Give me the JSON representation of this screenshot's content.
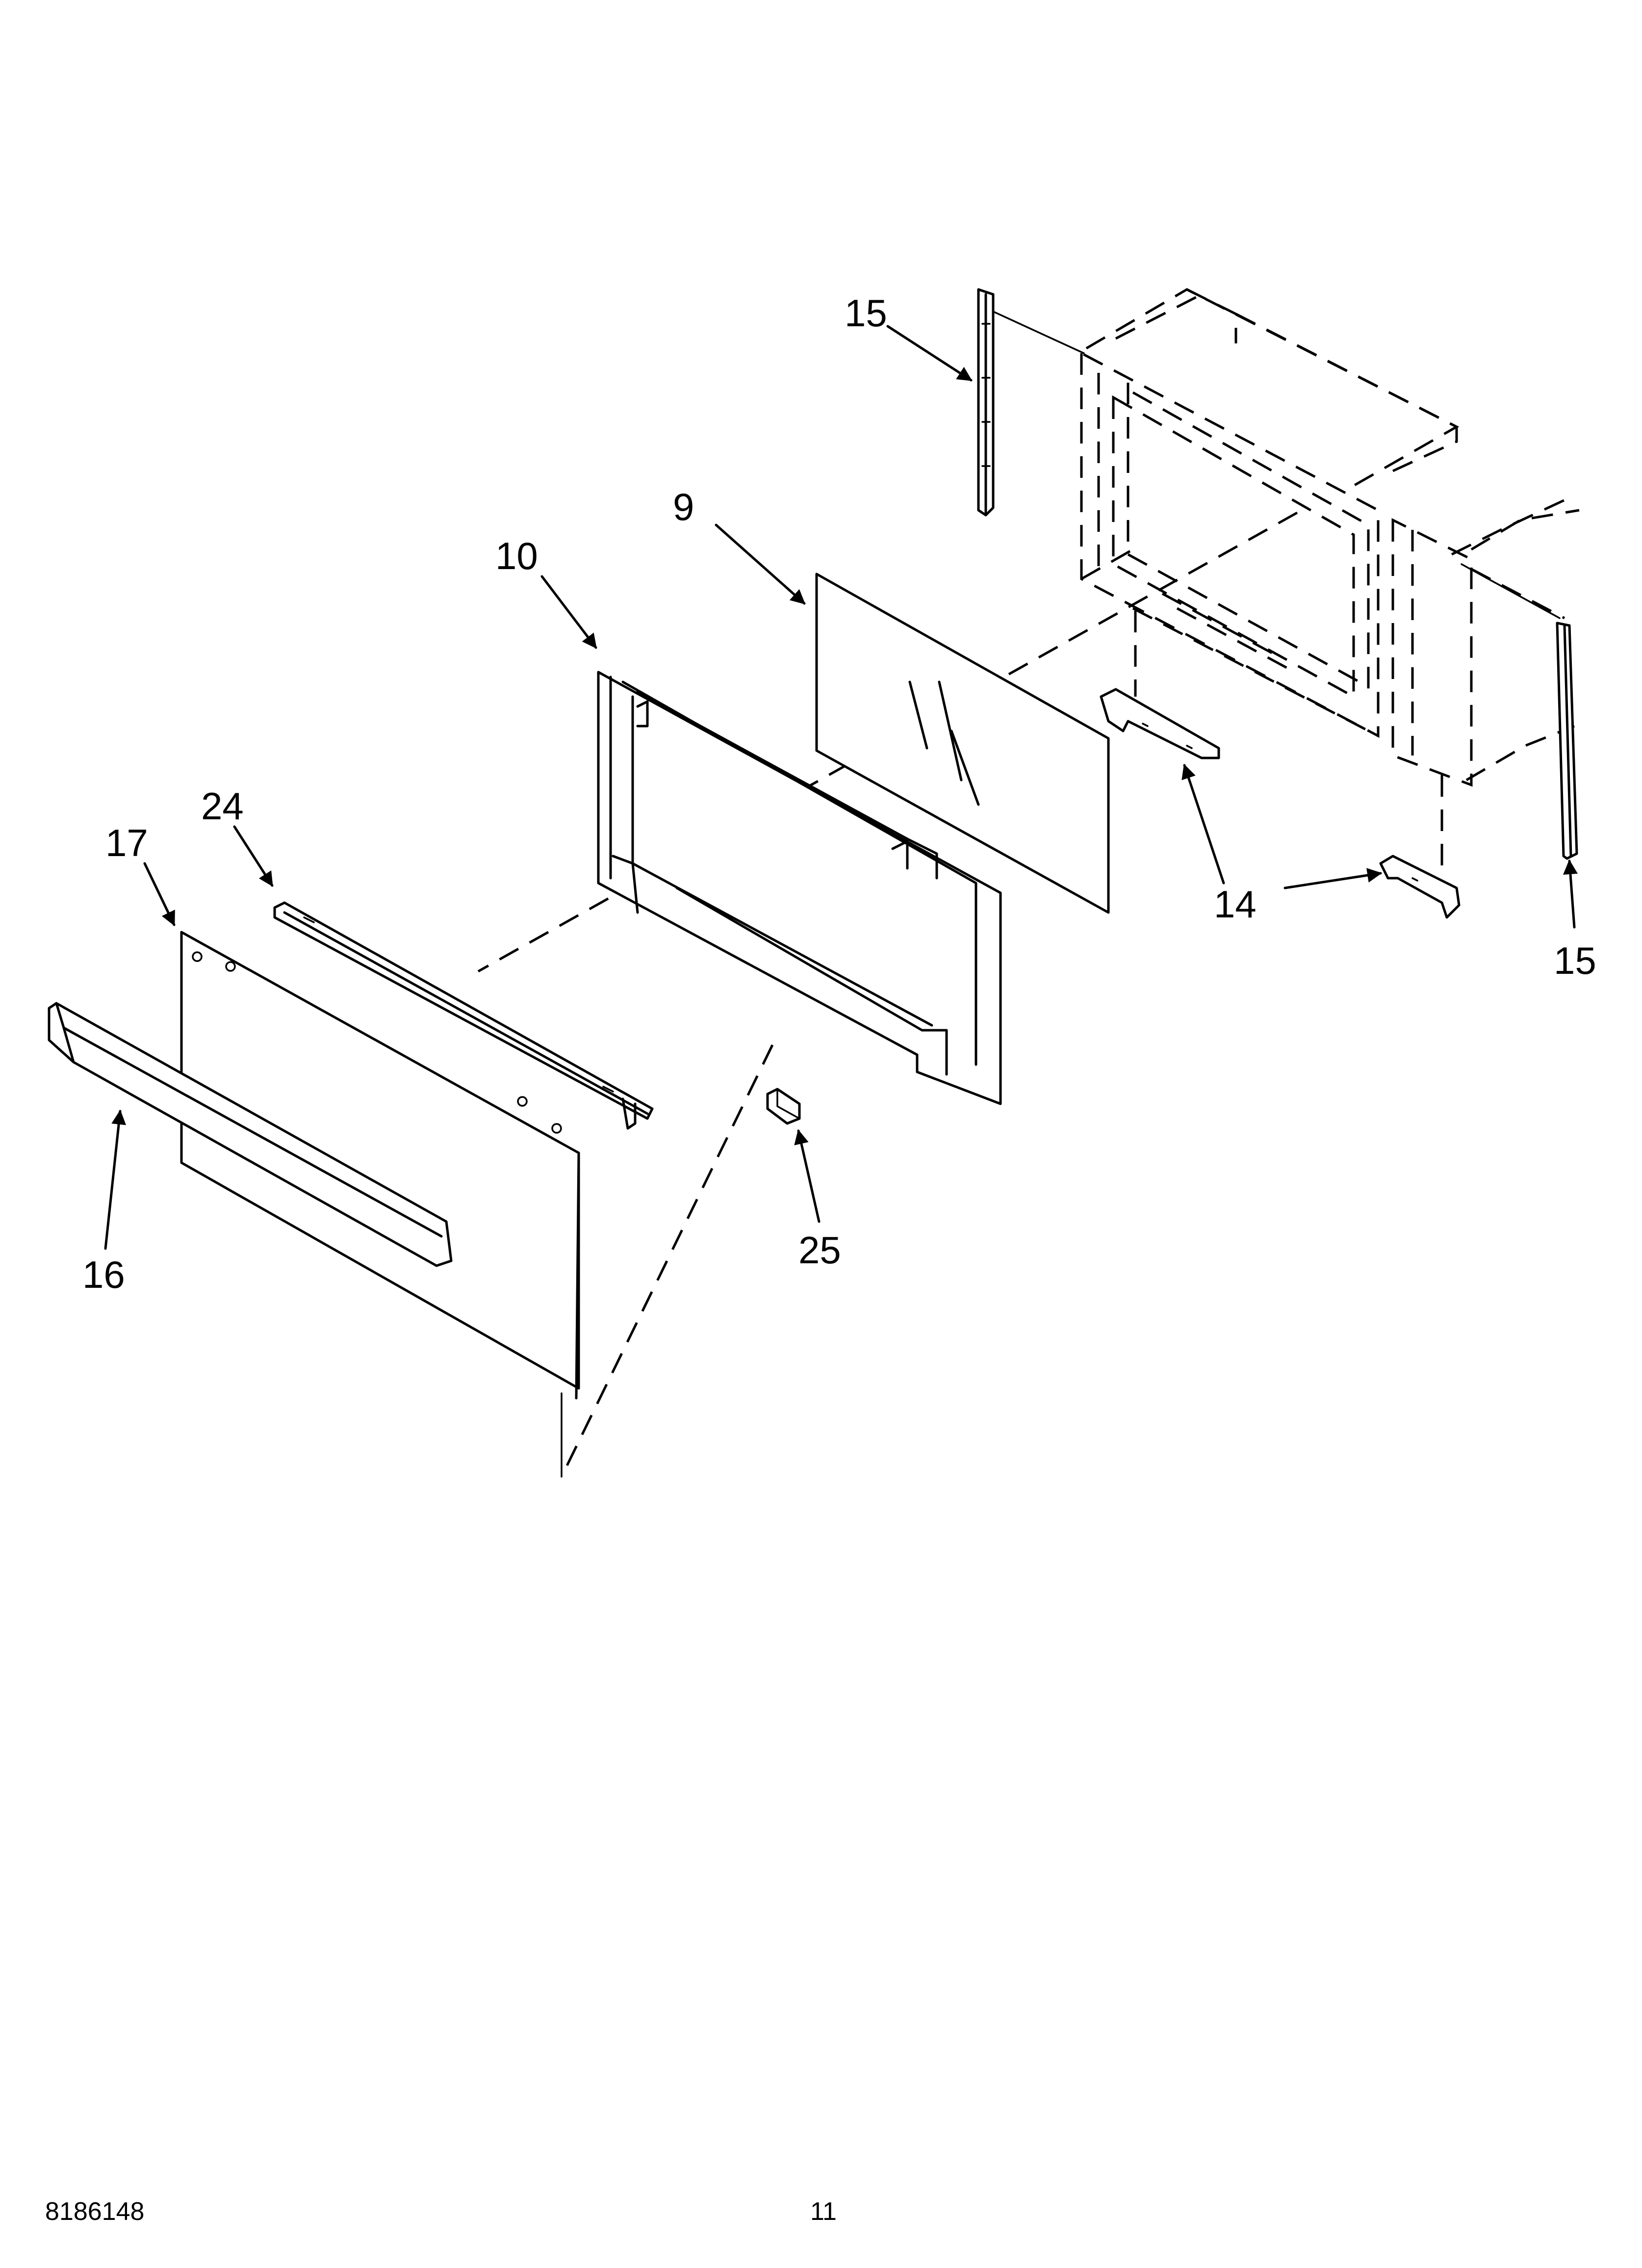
{
  "document": {
    "number": "8186148",
    "page": "11"
  },
  "callouts": {
    "c15_top": "15",
    "c9": "9",
    "c10": "10",
    "c24": "24",
    "c17": "17",
    "c16": "16",
    "c25": "25",
    "c14": "14",
    "c15_right": "15"
  },
  "colors": {
    "line": "#000000",
    "background": "#ffffff"
  }
}
